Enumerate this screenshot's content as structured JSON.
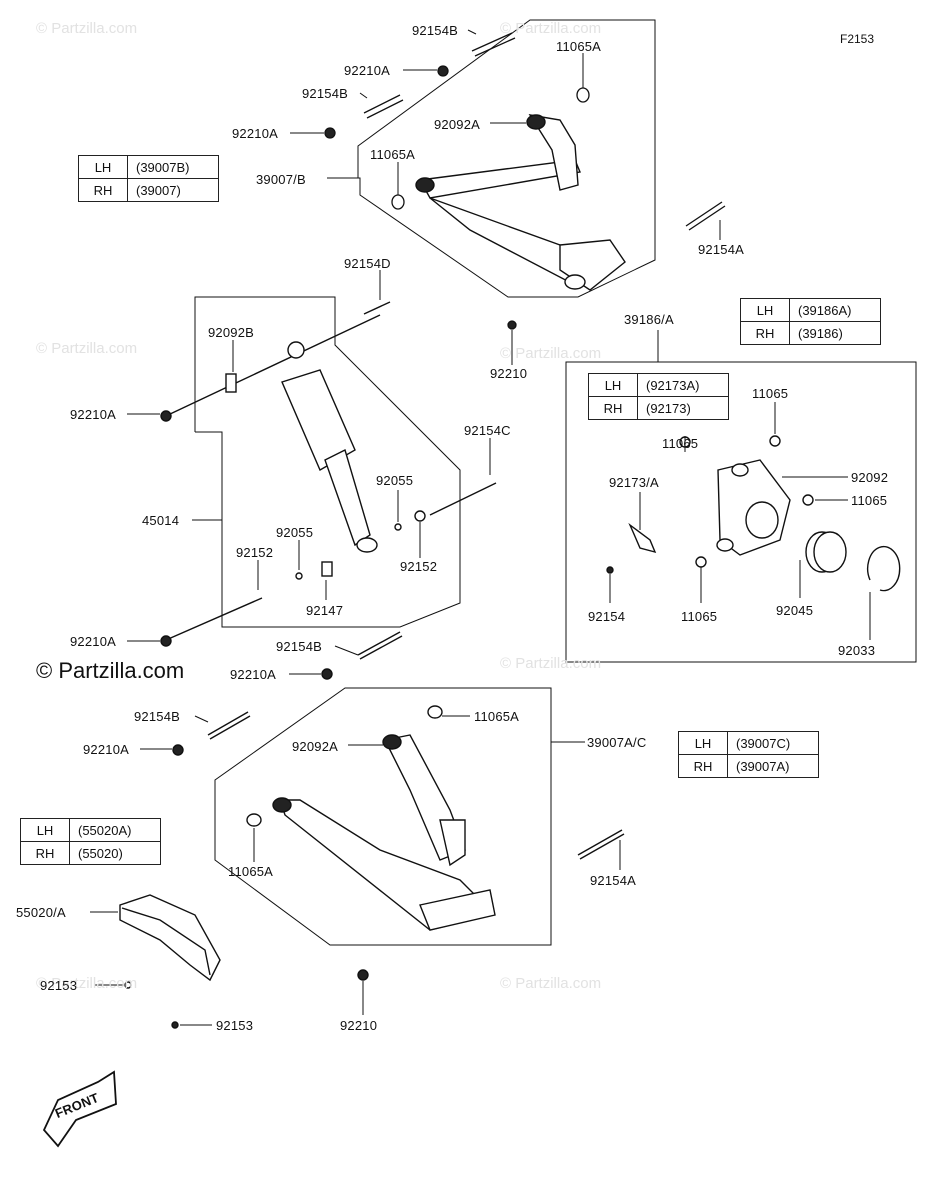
{
  "diagram_code": "F2153",
  "watermark": "© Partzilla.com",
  "front_label": "FRONT",
  "labels": {
    "p92154B_top": "92154B",
    "p11065A_top": "11065A",
    "p92210A_1": "92210A",
    "p92154B_2": "92154B",
    "p92092A_top": "92092A",
    "p92210A_2": "92210A",
    "p11065A_2": "11065A",
    "p39007B": "39007/B",
    "p92154A_top": "92154A",
    "p92154D": "92154D",
    "p39186A": "39186/A",
    "p92092B": "92092B",
    "p92210": "92210",
    "p92210A_3": "92210A",
    "p92154C": "92154C",
    "p11065_a": "11065",
    "p11065_b": "11065",
    "p92092": "92092",
    "p92055_a": "92055",
    "p92173A": "92173/A",
    "p11065_c": "11065",
    "p45014": "45014",
    "p92055_b": "92055",
    "p92152_a": "92152",
    "p92152_b": "92152",
    "p92154": "92154",
    "p11065_d": "11065",
    "p92045": "92045",
    "p92147": "92147",
    "p92210A_4": "92210A",
    "p92154B_3": "92154B",
    "p92033": "92033",
    "p92210A_5": "92210A",
    "p92154B_4": "92154B",
    "p11065A_3": "11065A",
    "p92092A_2": "92092A",
    "p39007AC": "39007A/C",
    "p92210A_6": "92210A",
    "p11065A_4": "11065A",
    "p92154A_2": "92154A",
    "p55020A": "55020/A",
    "p92153_a": "92153",
    "p92153_b": "92153",
    "p92210_b": "92210"
  },
  "tables": {
    "upper_arm": [
      {
        "side": "LH",
        "part": "(39007B)"
      },
      {
        "side": "RH",
        "part": "(39007)"
      }
    ],
    "knuckle": [
      {
        "side": "LH",
        "part": "(39186A)"
      },
      {
        "side": "RH",
        "part": "(39186)"
      }
    ],
    "bracket": [
      {
        "side": "LH",
        "part": "(92173A)"
      },
      {
        "side": "RH",
        "part": "(92173)"
      }
    ],
    "lower_arm": [
      {
        "side": "LH",
        "part": "(39007C)"
      },
      {
        "side": "RH",
        "part": "(39007A)"
      }
    ],
    "guard": [
      {
        "side": "LH",
        "part": "(55020A)"
      },
      {
        "side": "RH",
        "part": "(55020)"
      }
    ]
  }
}
